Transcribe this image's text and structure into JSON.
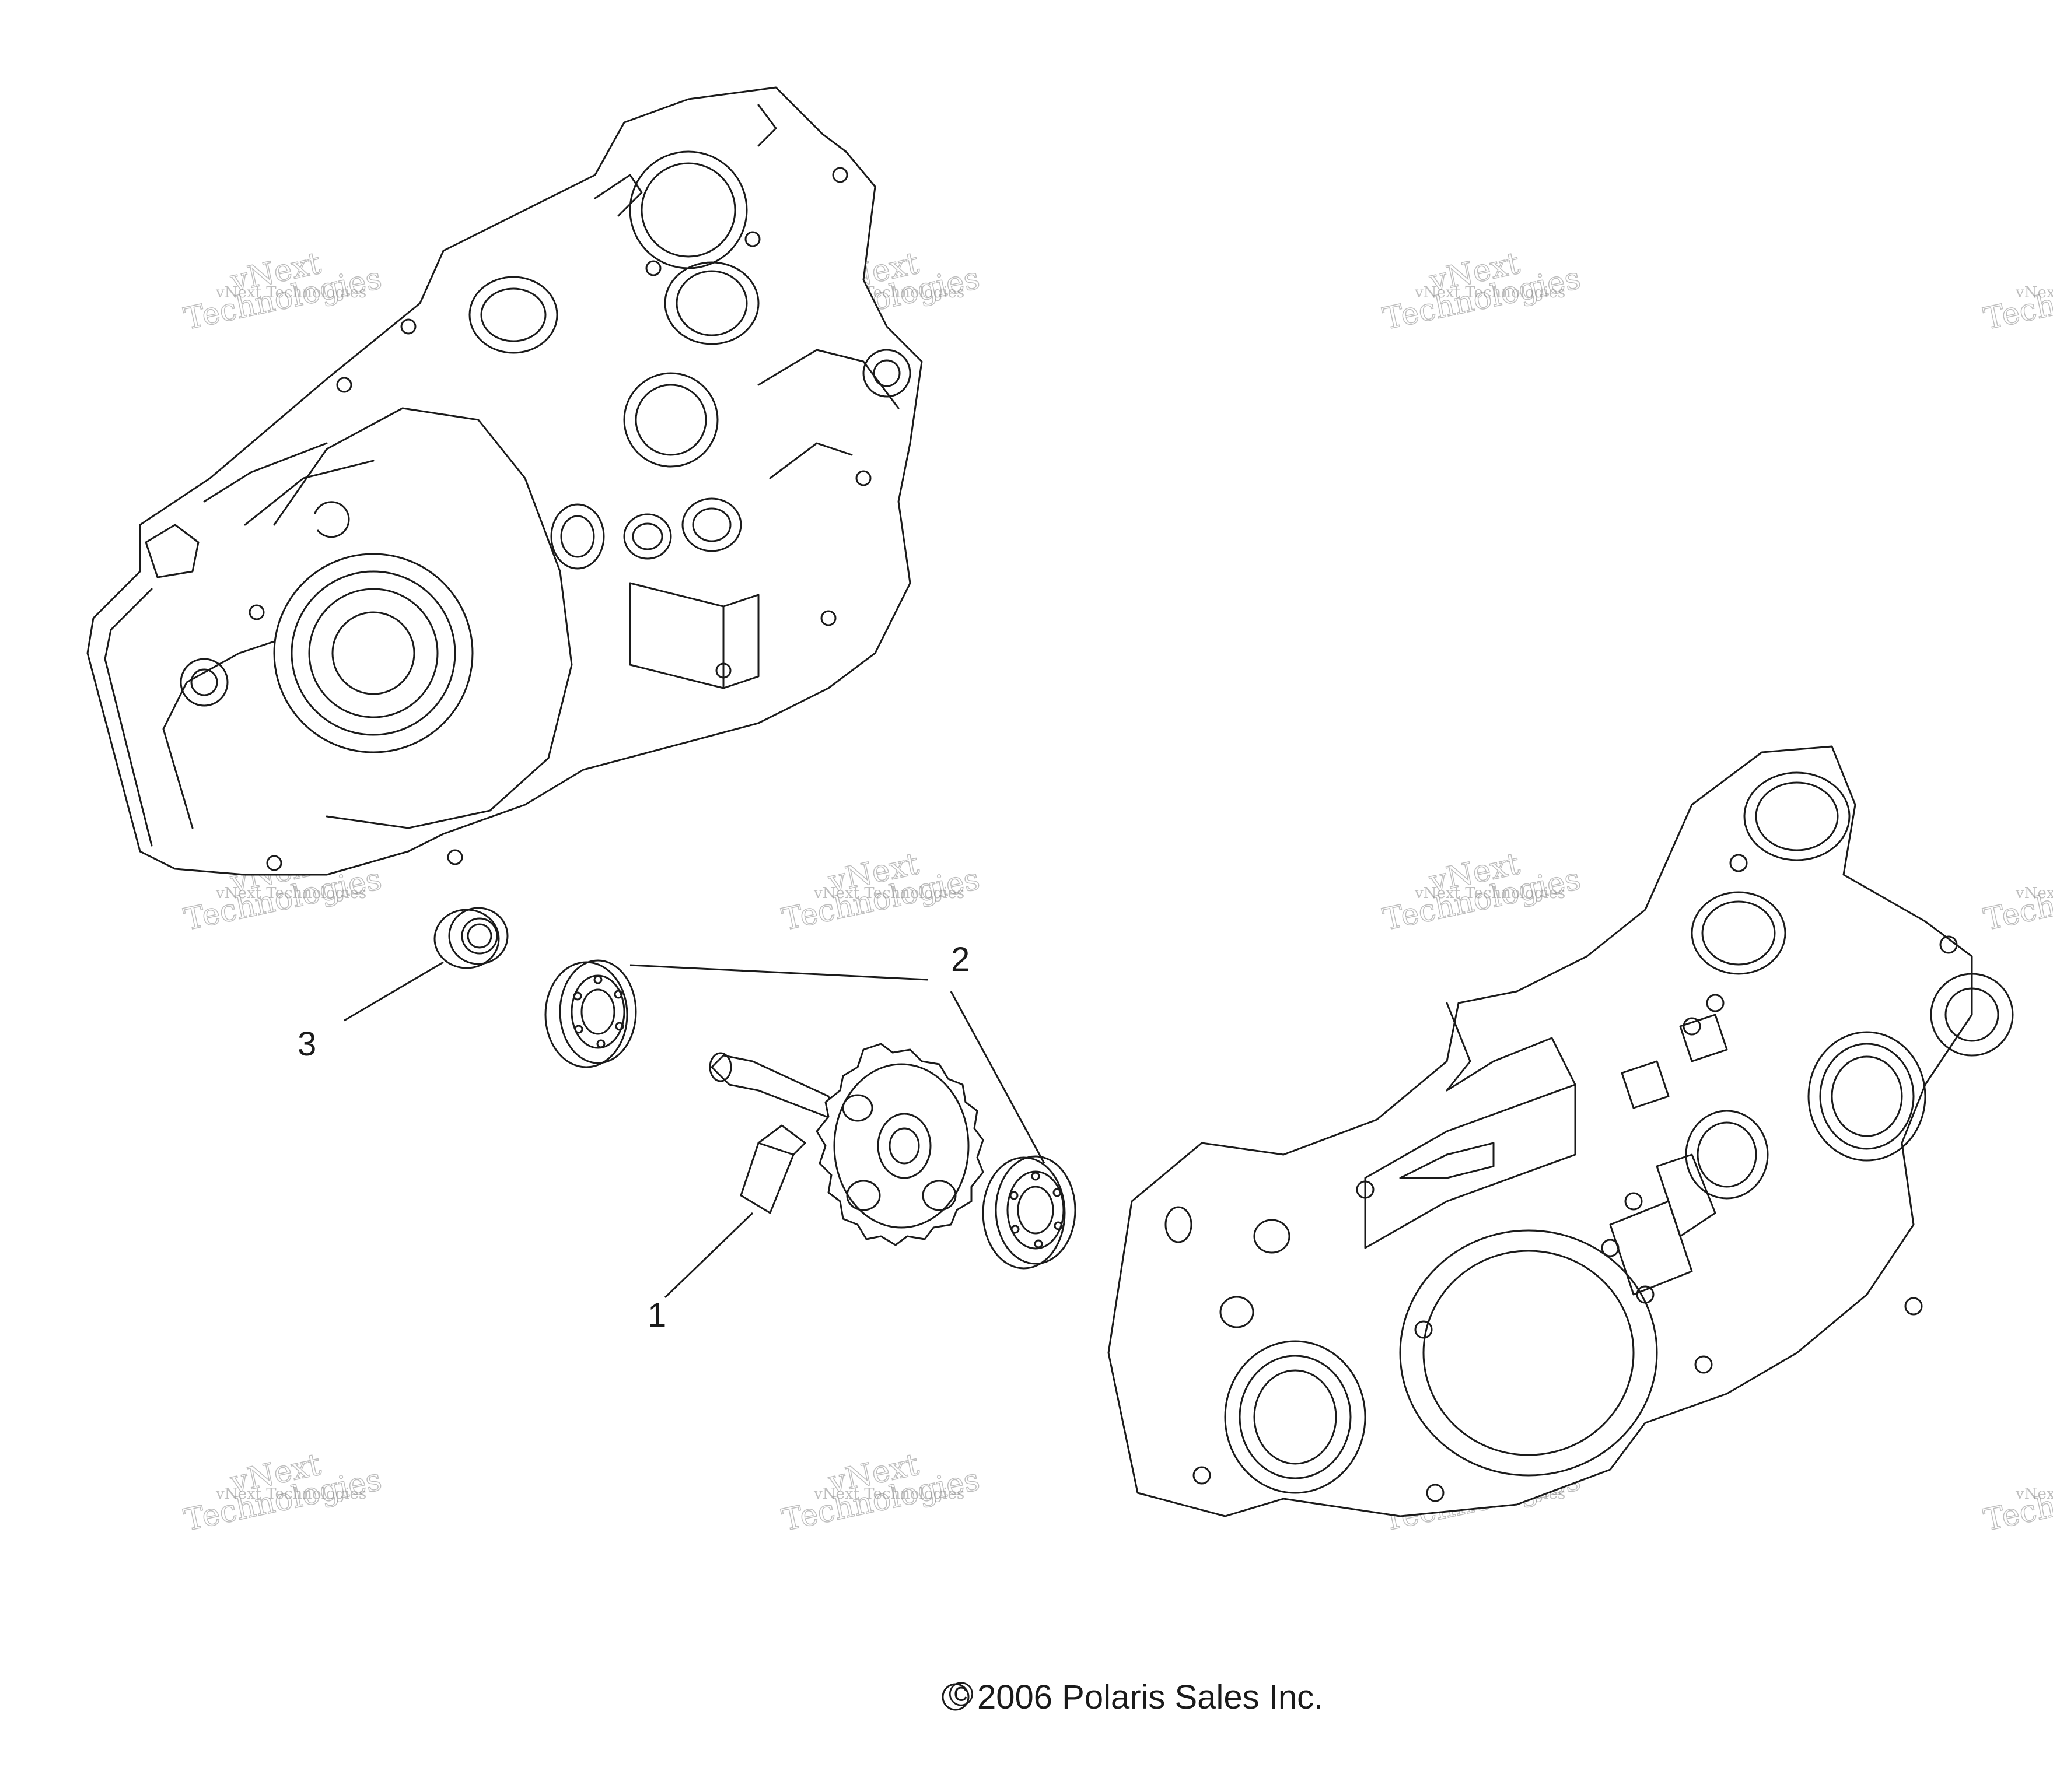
{
  "callouts": [
    {
      "id": "1",
      "label": "1"
    },
    {
      "id": "2",
      "label": "2"
    },
    {
      "id": "3",
      "label": "3"
    }
  ],
  "watermark": {
    "line1": "vNext Technologies",
    "line2": "vNext",
    "line3": "Technologies"
  },
  "copyright": "2006 Polaris Sales Inc.",
  "copyright_symbol": "©"
}
